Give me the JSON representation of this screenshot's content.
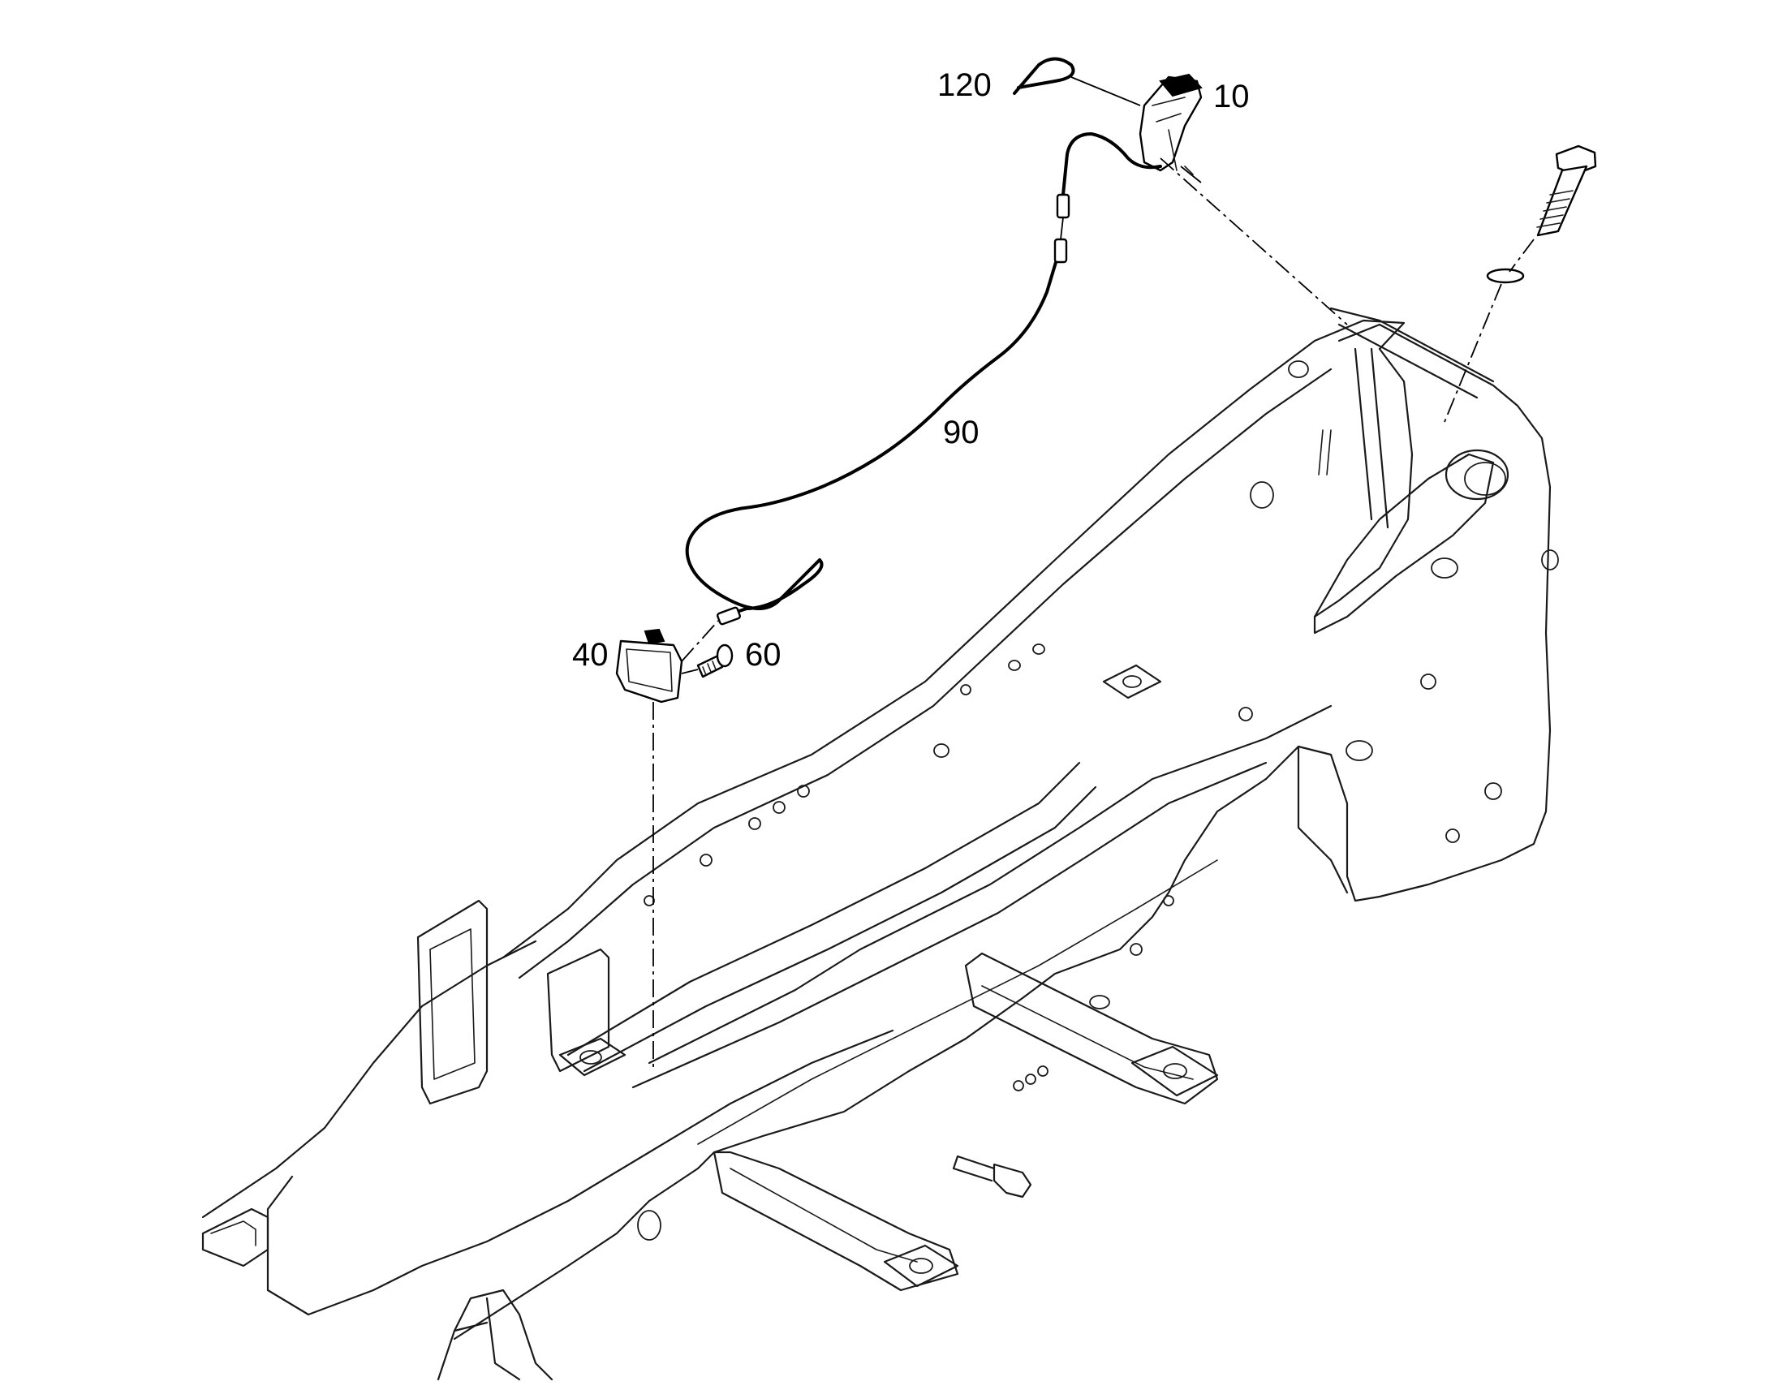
{
  "callouts": {
    "c120": "120",
    "c10": "10",
    "c90": "90",
    "c40": "40",
    "c60": "60"
  },
  "colors": {
    "line": "#1a1a1a",
    "background": "#ffffff"
  }
}
